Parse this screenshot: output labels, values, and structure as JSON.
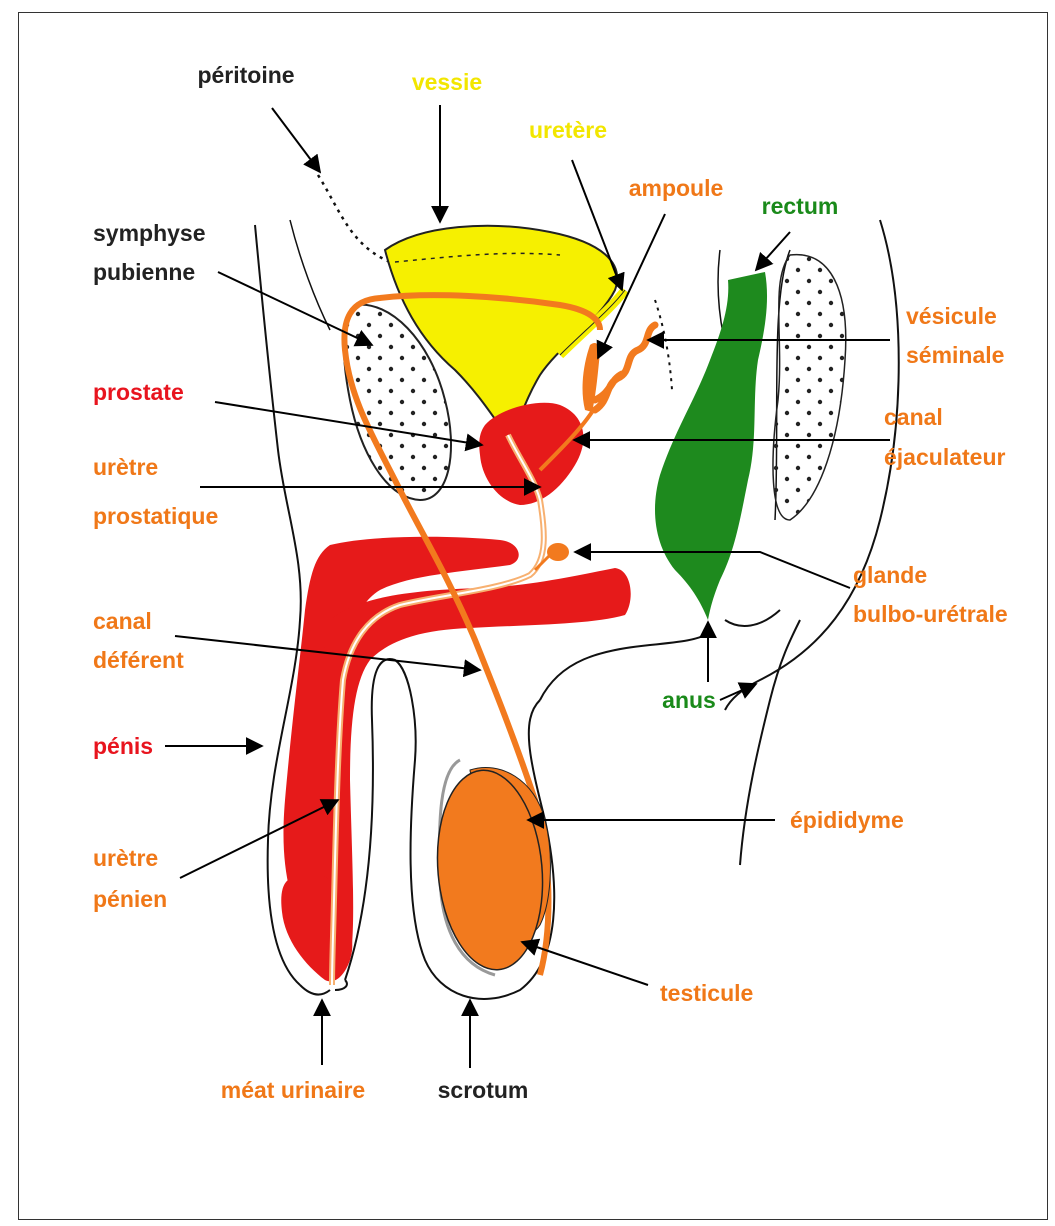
{
  "colors": {
    "black": "#222222",
    "yellow": "#f2e600",
    "orange": "#f07818",
    "red": "#e8141e",
    "green": "#1a8a1a",
    "bladder": "#f6f000",
    "organ_red": "#e61a1a",
    "organ_orange": "#f27a1e",
    "organ_green": "#1e8a1e"
  },
  "labels": {
    "peritoine": "péritoine",
    "vessie": "vessie",
    "uretere": "uretère",
    "ampoule": "ampoule",
    "rectum": "rectum",
    "symphyse_l1": "symphyse",
    "symphyse_l2": "pubienne",
    "vesicule_l1": "vésicule",
    "vesicule_l2": "séminale",
    "prostate": "prostate",
    "canal_ejac_l1": "canal",
    "canal_ejac_l2": "éjaculateur",
    "uretre_prost_l1": "urètre",
    "uretre_prost_l2": "prostatique",
    "glande_l1": "glande",
    "glande_l2": "bulbo-urétrale",
    "canal_def_l1": "canal",
    "canal_def_l2": "déférent",
    "anus": "anus",
    "penis": "pénis",
    "epididyme": "épididyme",
    "uretre_pen_l1": "urètre",
    "uretre_pen_l2": "pénien",
    "testicule": "testicule",
    "meat": "méat urinaire",
    "scrotum": "scrotum"
  }
}
